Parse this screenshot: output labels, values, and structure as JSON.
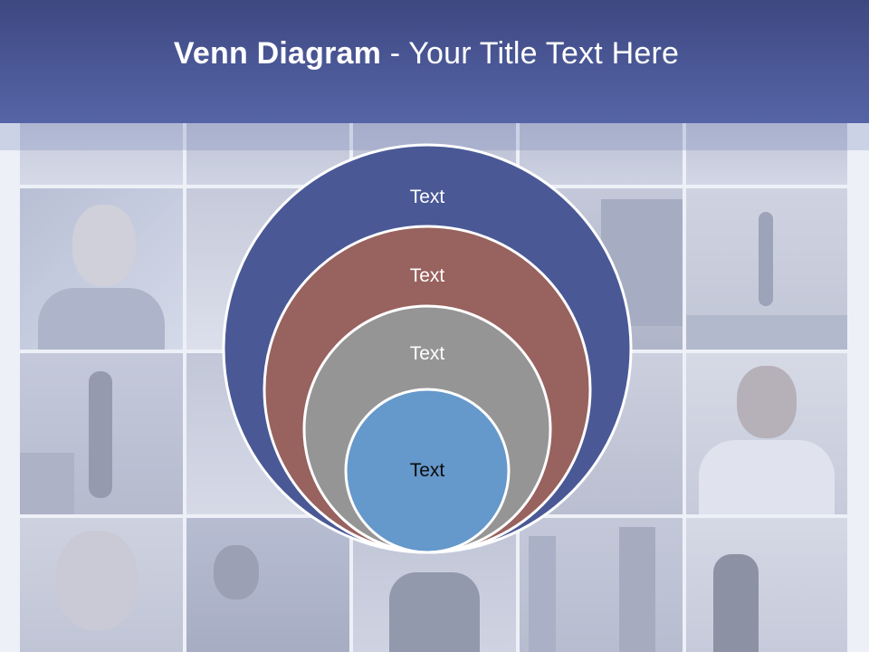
{
  "slide": {
    "title_bold": "Venn Diagram",
    "title_rest": " - Your Title Text Here"
  },
  "colors": {
    "title_bar": "#4b5897",
    "ring_outer": "#4a5896",
    "ring_second": "#98625f",
    "ring_third": "#959595",
    "ring_inner": "#6598cb",
    "ring_stroke": "#ffffff"
  },
  "rings": [
    {
      "label": "Text",
      "fill": "#4a5896",
      "text_color": "#ffffff"
    },
    {
      "label": "Text",
      "fill": "#98625f",
      "text_color": "#ffffff"
    },
    {
      "label": "Text",
      "fill": "#959595",
      "text_color": "#ffffff"
    },
    {
      "label": "Text",
      "fill": "#6598cb",
      "text_color": "#0b0b0b"
    }
  ]
}
